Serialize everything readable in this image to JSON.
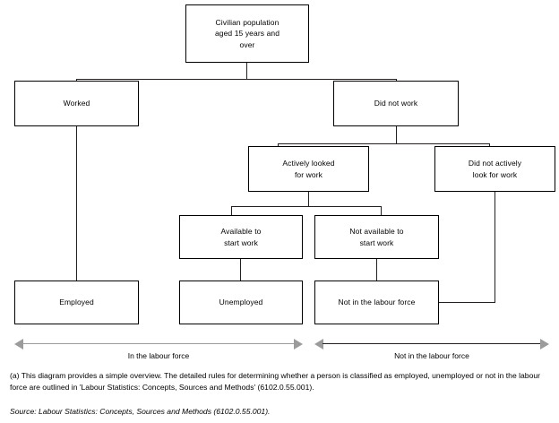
{
  "diagram": {
    "title_text": "Civilian population aged 15 years and over",
    "nodes": {
      "civilian_population": "Civilian population\naged 15 years and\nover",
      "worked": "Worked",
      "did_not_work": "Did not work",
      "actively_looked": "Actively looked\nfor work",
      "did_not_actively_look": "Did not actively\nlook for work",
      "available_to_start": "Available to\nstart work",
      "not_available_to_start": "Not available to\nstart work",
      "employed": "Employed",
      "unemployed": "Unemployed",
      "not_in_labour_force": "Not in the labour force"
    },
    "spans": [
      {
        "label": "In the labour force",
        "color": "#9b9b9b"
      },
      {
        "label": "Not in the labour force",
        "color": "#231f20"
      }
    ],
    "colors": {
      "line": "#231f20",
      "box_border": "#000000",
      "arrow_left": "#9b9b9b",
      "arrow_right": "#231f20",
      "text": "#000000",
      "background": "#ffffff"
    }
  },
  "footnotes": {
    "note_a": "(a) This diagram provides a simple overview. The detailed rules for determining whether a person is classified as employed, unemployed or not in the labour force are outlined in 'Labour Statistics: Concepts, Sources and Methods' (6102.0.55.001).",
    "source": "Source: Labour Statistics: Concepts, Sources and Methods (6102.0.55.001)."
  }
}
